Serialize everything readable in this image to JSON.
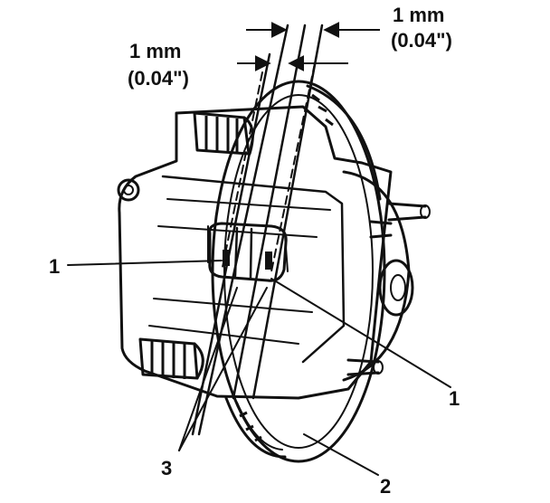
{
  "dims": {
    "right_value": "1 mm",
    "right_inch": "(0.04\")",
    "left_value": "1 mm",
    "left_inch": "(0.04\")"
  },
  "callouts": {
    "pad_left": "1",
    "pad_right": "1",
    "rotor": "2",
    "lines": "3"
  },
  "colors": {
    "ink": "#111111",
    "paper": "#ffffff"
  }
}
